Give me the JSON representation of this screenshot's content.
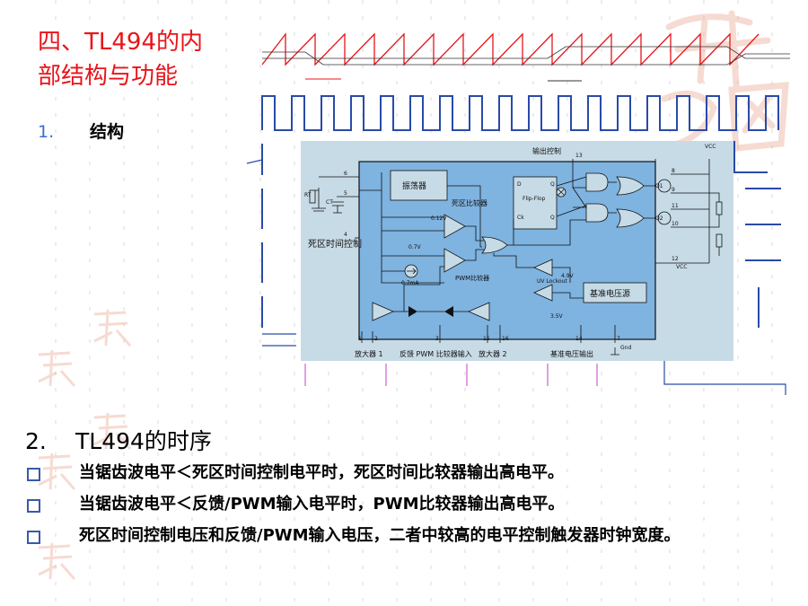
{
  "slide": {
    "title": "四、TL494的内部结构与功能",
    "sub_number": "1.",
    "sub_label": "结构",
    "section_number": "2.",
    "section_title": "TL494的时序",
    "bullets": [
      "当锯齿波电平＜死区时间控制电平时，死区时间比较器输出高电平。",
      "当锯齿波电平＜反馈/PWM输入电平时，PWM比较器输出高电平。",
      "死区时间控制电压和反馈/PWM输入电压，二者中较高的电平控制触发器时钟宽度。"
    ]
  },
  "diagram": {
    "output_control": "输出控制",
    "vcc": "VCC",
    "oscillator": "振荡器",
    "deadtime_comparator": "死区比较器",
    "deadtime_control": "死区时间控制",
    "pwm_comparator": "PWM比较器",
    "flipflop": "Flip-Flop",
    "ref_source": "基准电压源",
    "uv_lockout": "UV Lockout",
    "v012": "0.12V",
    "v07": "0.7V",
    "ma07": "0.7mA",
    "v49": "4.9V",
    "v35": "3.5V",
    "q1": "Q1",
    "q2": "Q2",
    "d": "D",
    "q": "Q",
    "ck": "Ck",
    "rt": "RT",
    "ct": "CT",
    "gnd": "Gnd",
    "amp1": "放大器 1",
    "feedback": "反馈 PWM 比较器输入",
    "amp2": "放大器 2",
    "ref_out": "基准电压输出",
    "pins": [
      "6",
      "5",
      "4",
      "13",
      "8",
      "9",
      "11",
      "10",
      "12",
      "1",
      "2",
      "3",
      "15",
      "16",
      "14",
      "7"
    ]
  },
  "colors": {
    "title": "#e8141a",
    "wave": "#e8141a",
    "pulse": "#2a4aa8",
    "diagram_bg": "#c7dbe6",
    "inner_block": "#7fb3e0",
    "bullet_box": "#3a5aa8"
  }
}
